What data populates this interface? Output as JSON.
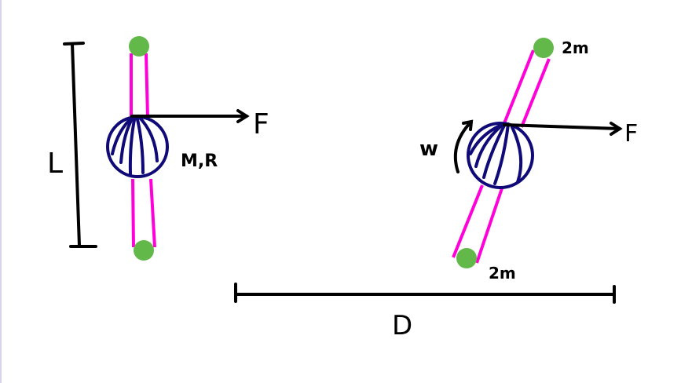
{
  "labels": {
    "length": "L",
    "force_left": "F",
    "mass_radius": "M,R",
    "force_right": "F",
    "mass_top": "2m",
    "mass_bottom": "2m",
    "angular_velocity": "w",
    "distance": "D"
  },
  "colors": {
    "rod": "#ff00d8",
    "ball": "#62b94a",
    "sphere": "#100a78",
    "ink": "#000000"
  }
}
